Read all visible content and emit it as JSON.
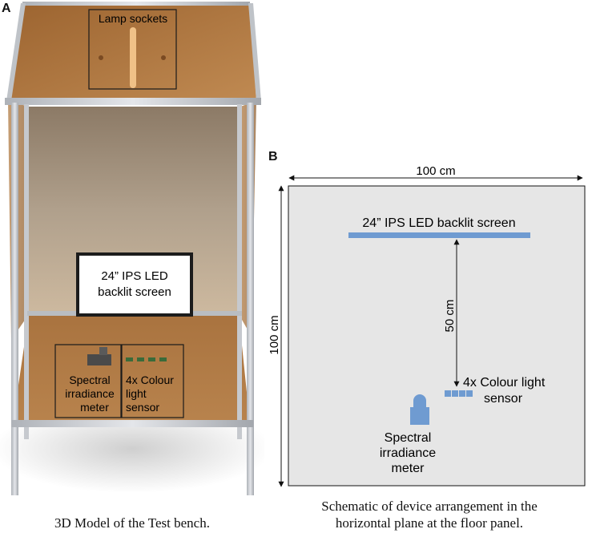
{
  "panel_a": {
    "letter": "A",
    "caption": "3D Model of the Test bench.",
    "labels": {
      "lamp_sockets": "Lamp sockets",
      "screen_line1": "24” IPS LED",
      "screen_line2": "backlit screen",
      "meter_line1": "Spectral",
      "meter_line2": "irradiance",
      "meter_line3": "meter",
      "sensor_line1": "4x Colour",
      "sensor_line2": "light",
      "sensor_line3": "sensor"
    }
  },
  "panel_b": {
    "letter": "B",
    "caption_line1": "Schematic of device arrangement in the",
    "caption_line2": "horizontal plane at the floor panel.",
    "width_label": "100 cm",
    "height_label": "100 cm",
    "distance_label": "50 cm",
    "screen_label": "24” IPS LED backlit screen",
    "sensor_line1": "4x Colour light",
    "sensor_line2": "sensor",
    "meter_line1": "Spectral",
    "meter_line2": "irradiance",
    "meter_line3": "meter"
  },
  "colors": {
    "wood": "#a8703c",
    "frame": "#c9ccd1",
    "plan_bg": "#e6e6e6",
    "device_blue": "#6f9bd1",
    "sensor_green": "#3a6b3a"
  }
}
